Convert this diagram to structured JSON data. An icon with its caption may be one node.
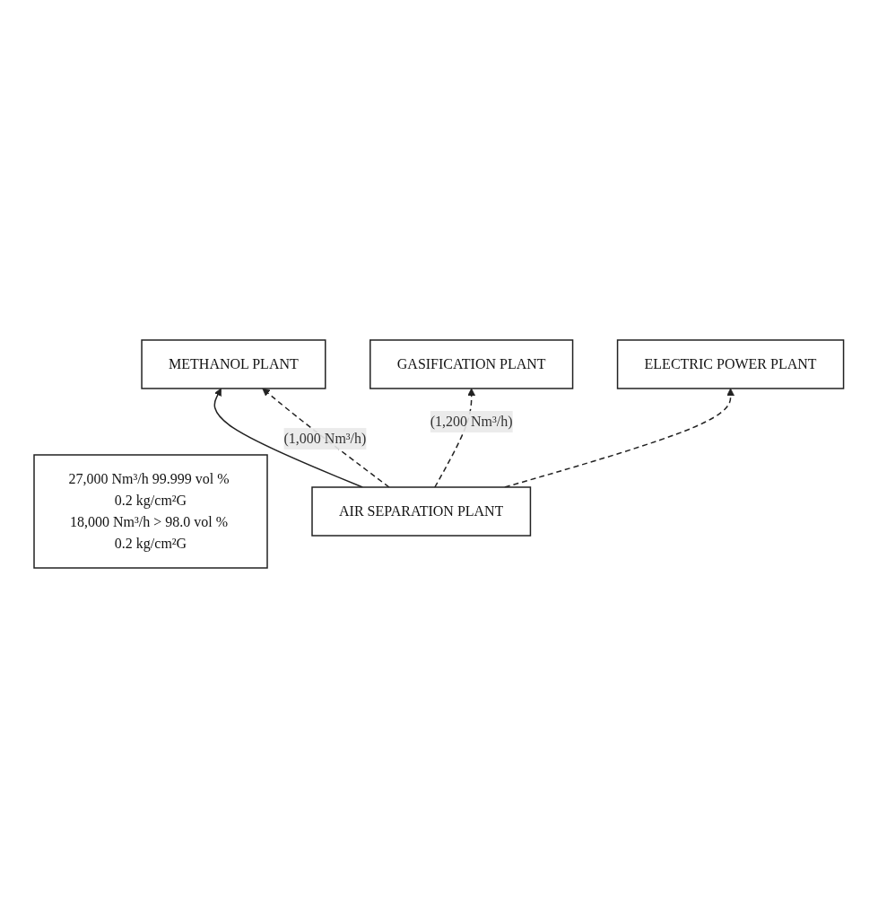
{
  "diagram": {
    "nodes": [
      {
        "text": [
          "ELECTRIC POWER PLANT"
        ]
      },
      {
        "text": [
          "METHANOL PLANT"
        ]
      },
      {
        "text": [
          "GASIFICATION PLANT"
        ]
      },
      {
        "text": [
          "27,000 Nm³/h 99.999 vol % 0.2 kg/cm²G",
          "18,000 Nm³/h > 98.0 vol % 0.2 kg/cm²G"
        ]
      },
      {
        "text": [
          "AIR SEPARATION PLANT"
        ]
      }
    ],
    "edges": [
      {
        "from": 4,
        "to": 1,
        "arrow": "to"
      },
      {
        "from": 4,
        "to": 2,
        "arrow": "to",
        "style": "dashed",
        "label": "(1,200 Nm³/h)"
      },
      {
        "from": 4,
        "to": 0,
        "arrow": "to",
        "style": "dashed"
      },
      {
        "from": 4,
        "to": 1,
        "arrow": "to",
        "style": "dashed",
        "label": "(1,000 Nm³/h)"
      }
    ]
  }
}
